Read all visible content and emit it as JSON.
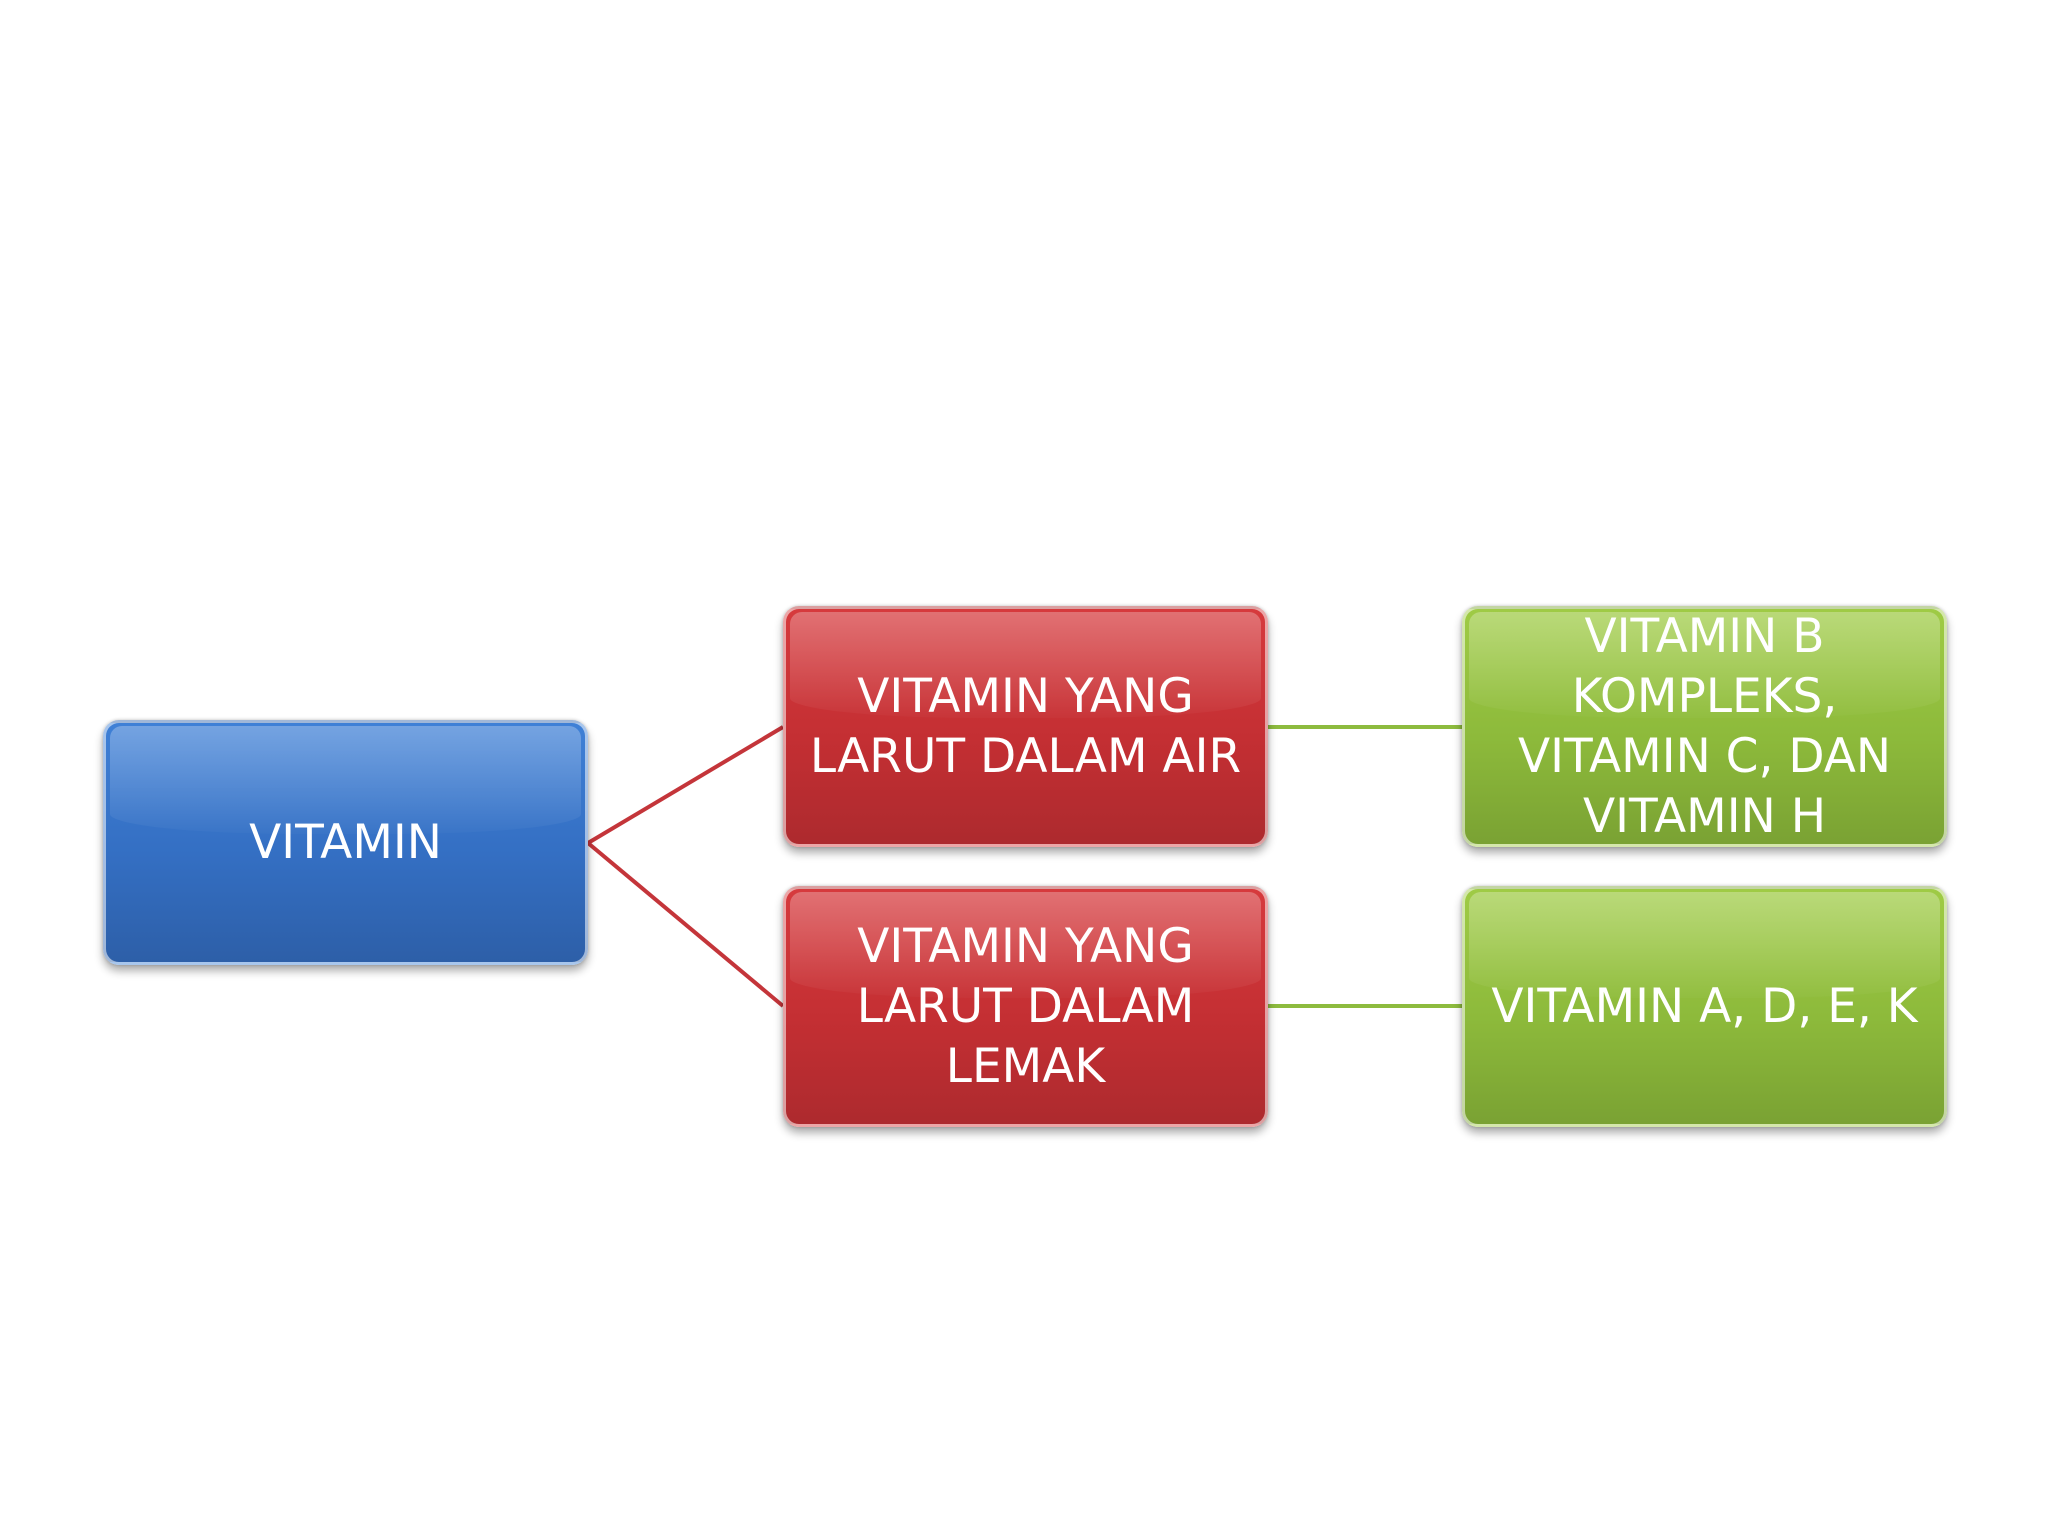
{
  "diagram": {
    "root": {
      "label": "VITAMIN",
      "color": "#346fc3"
    },
    "categories": [
      {
        "label": "VITAMIN YANG LARUT DALAM AIR",
        "color": "#c42f33",
        "child": {
          "label": "VITAMIN B KOMPLEKS, VITAMIN C, DAN VITAMIN H",
          "color": "#8dba3b"
        }
      },
      {
        "label": "VITAMIN YANG LARUT DALAM LEMAK",
        "color": "#c42f33",
        "child": {
          "label": "VITAMIN A, D, E, K",
          "color": "#8dba3b"
        }
      }
    ],
    "connector_colors": {
      "root_to_category": "#c4353a",
      "category_to_child": "#8dbb3e"
    }
  }
}
